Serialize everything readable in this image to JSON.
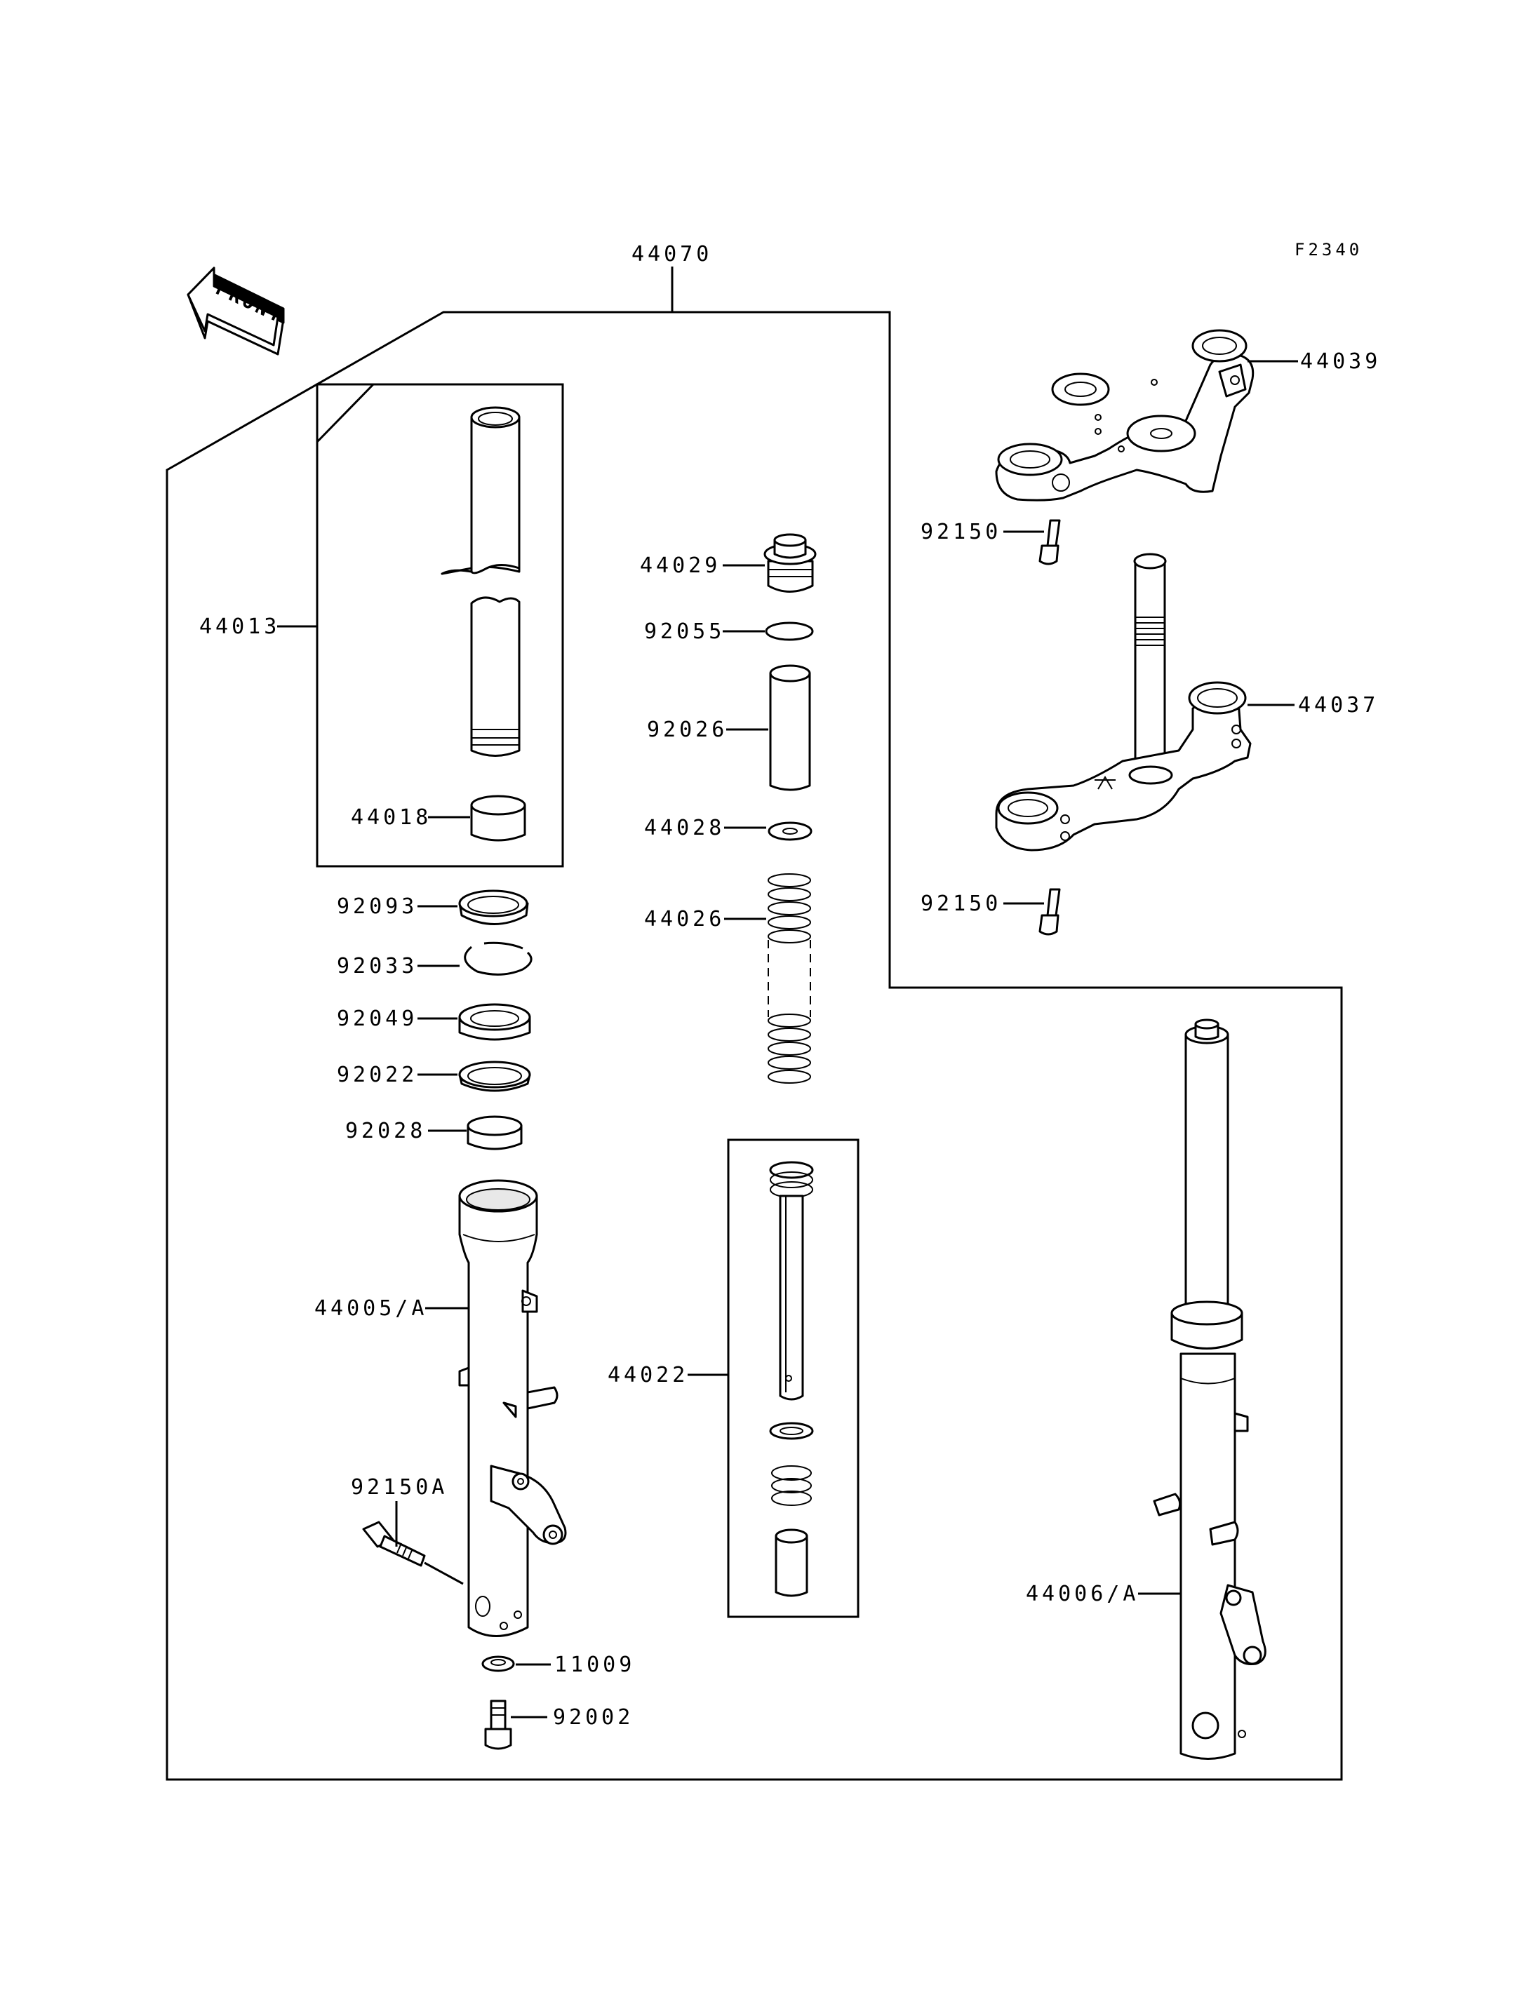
{
  "diagram": {
    "code": "F2340",
    "front_label": "FRONT",
    "labels": {
      "assy": "44070",
      "top_bracket": "44039",
      "bolt_top": "92150",
      "stem": "44037",
      "bolt_stem": "92150",
      "inner_tube": "44013",
      "bushing": "44018",
      "dust_seal": "92093",
      "circlip": "92033",
      "oil_seal": "92049",
      "washer_seal": "92022",
      "bushing_lower": "92028",
      "outer_tube_left": "44005/A",
      "bolt_caliper": "92150A",
      "gasket": "11009",
      "bottom_bolt": "92002",
      "cap": "44029",
      "oring": "92055",
      "spacer": "92026",
      "seat": "44028",
      "spring": "44026",
      "damper": "44022",
      "outer_tube_right": "44006/A"
    }
  }
}
